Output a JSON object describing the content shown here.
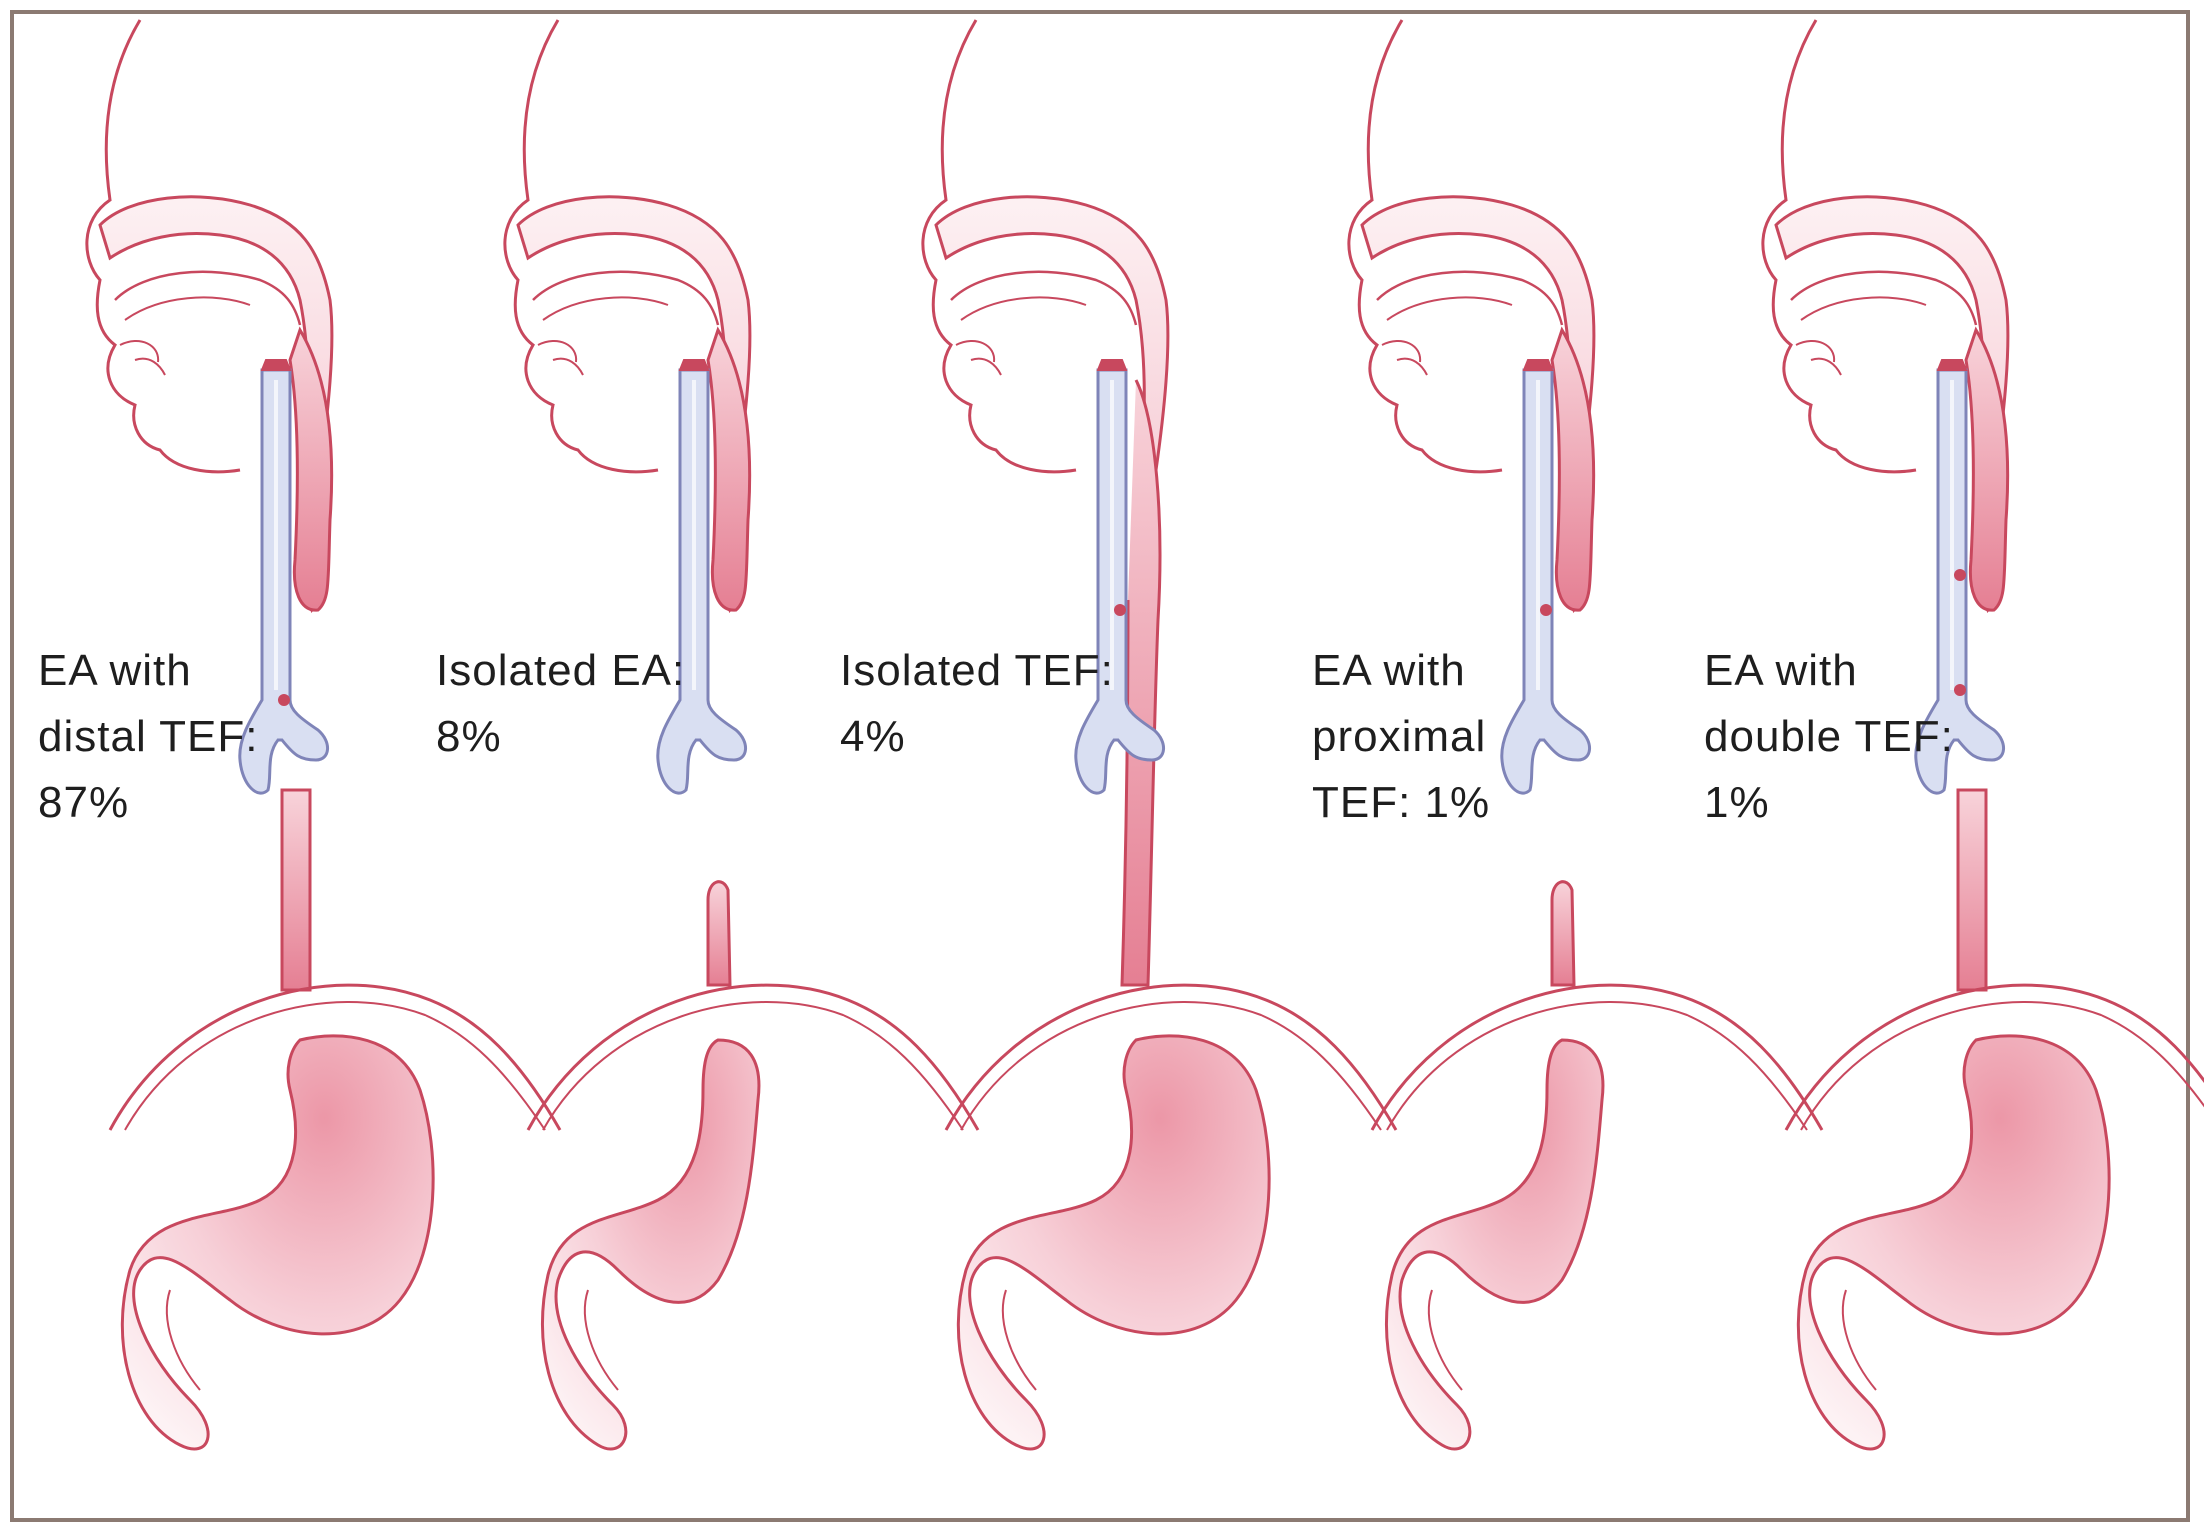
{
  "colors": {
    "outline": "#c8485e",
    "fill_light": "#fbe6ea",
    "fill_mid": "#f3b9c4",
    "fill_dark": "#e57f93",
    "airway_fill": "#d9dff2",
    "airway_stroke": "#7f84b8",
    "frame": "#8b7a72",
    "text": "#1e1e1e"
  },
  "panels": [
    {
      "type": "ea-distal-tef",
      "lines": [
        "EA with",
        "distal TEF:",
        "87%"
      ]
    },
    {
      "type": "isolated-ea",
      "lines": [
        "Isolated EA:",
        "8%"
      ]
    },
    {
      "type": "isolated-tef",
      "lines": [
        "Isolated TEF:",
        "4%"
      ]
    },
    {
      "type": "ea-proximal-tef",
      "lines": [
        "EA with",
        "proximal",
        "TEF: 1%"
      ]
    },
    {
      "type": "ea-double-tef",
      "lines": [
        "EA with",
        "double TEF:",
        "1%"
      ]
    }
  ]
}
